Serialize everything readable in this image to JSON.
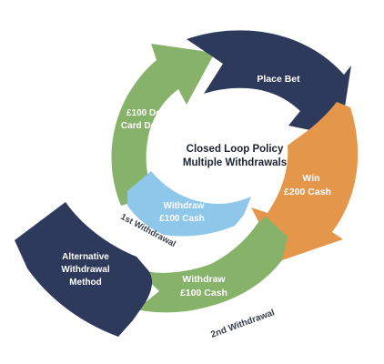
{
  "colors": {
    "navy": "#2e3a5c",
    "green": "#87b26a",
    "orange": "#e4974a",
    "light_blue": "#8ec7ea",
    "text_dark": "#1b2233",
    "text_light": "#ffffff"
  },
  "center": {
    "line1": "Closed Loop Policy",
    "line2": "Multiple Withdrawals"
  },
  "segments": {
    "deposit": {
      "line1": "£100 Debit",
      "line2": "Card Deposit"
    },
    "place_bet": {
      "line1": "Place Bet"
    },
    "win": {
      "line1": "Win",
      "line2": "£200 Cash"
    },
    "withdraw_2": {
      "line1": "Withdraw",
      "line2": "£100 Cash"
    },
    "withdraw_1": {
      "line1": "Withdraw",
      "line2": "£100 Cash"
    },
    "alternative": {
      "line1": "Alternative",
      "line2": "Withdrawal",
      "line3": "Method"
    }
  },
  "labels": {
    "first_withdrawal": "1st Withdrawal",
    "second_withdrawal": "2nd Withdrawal"
  }
}
